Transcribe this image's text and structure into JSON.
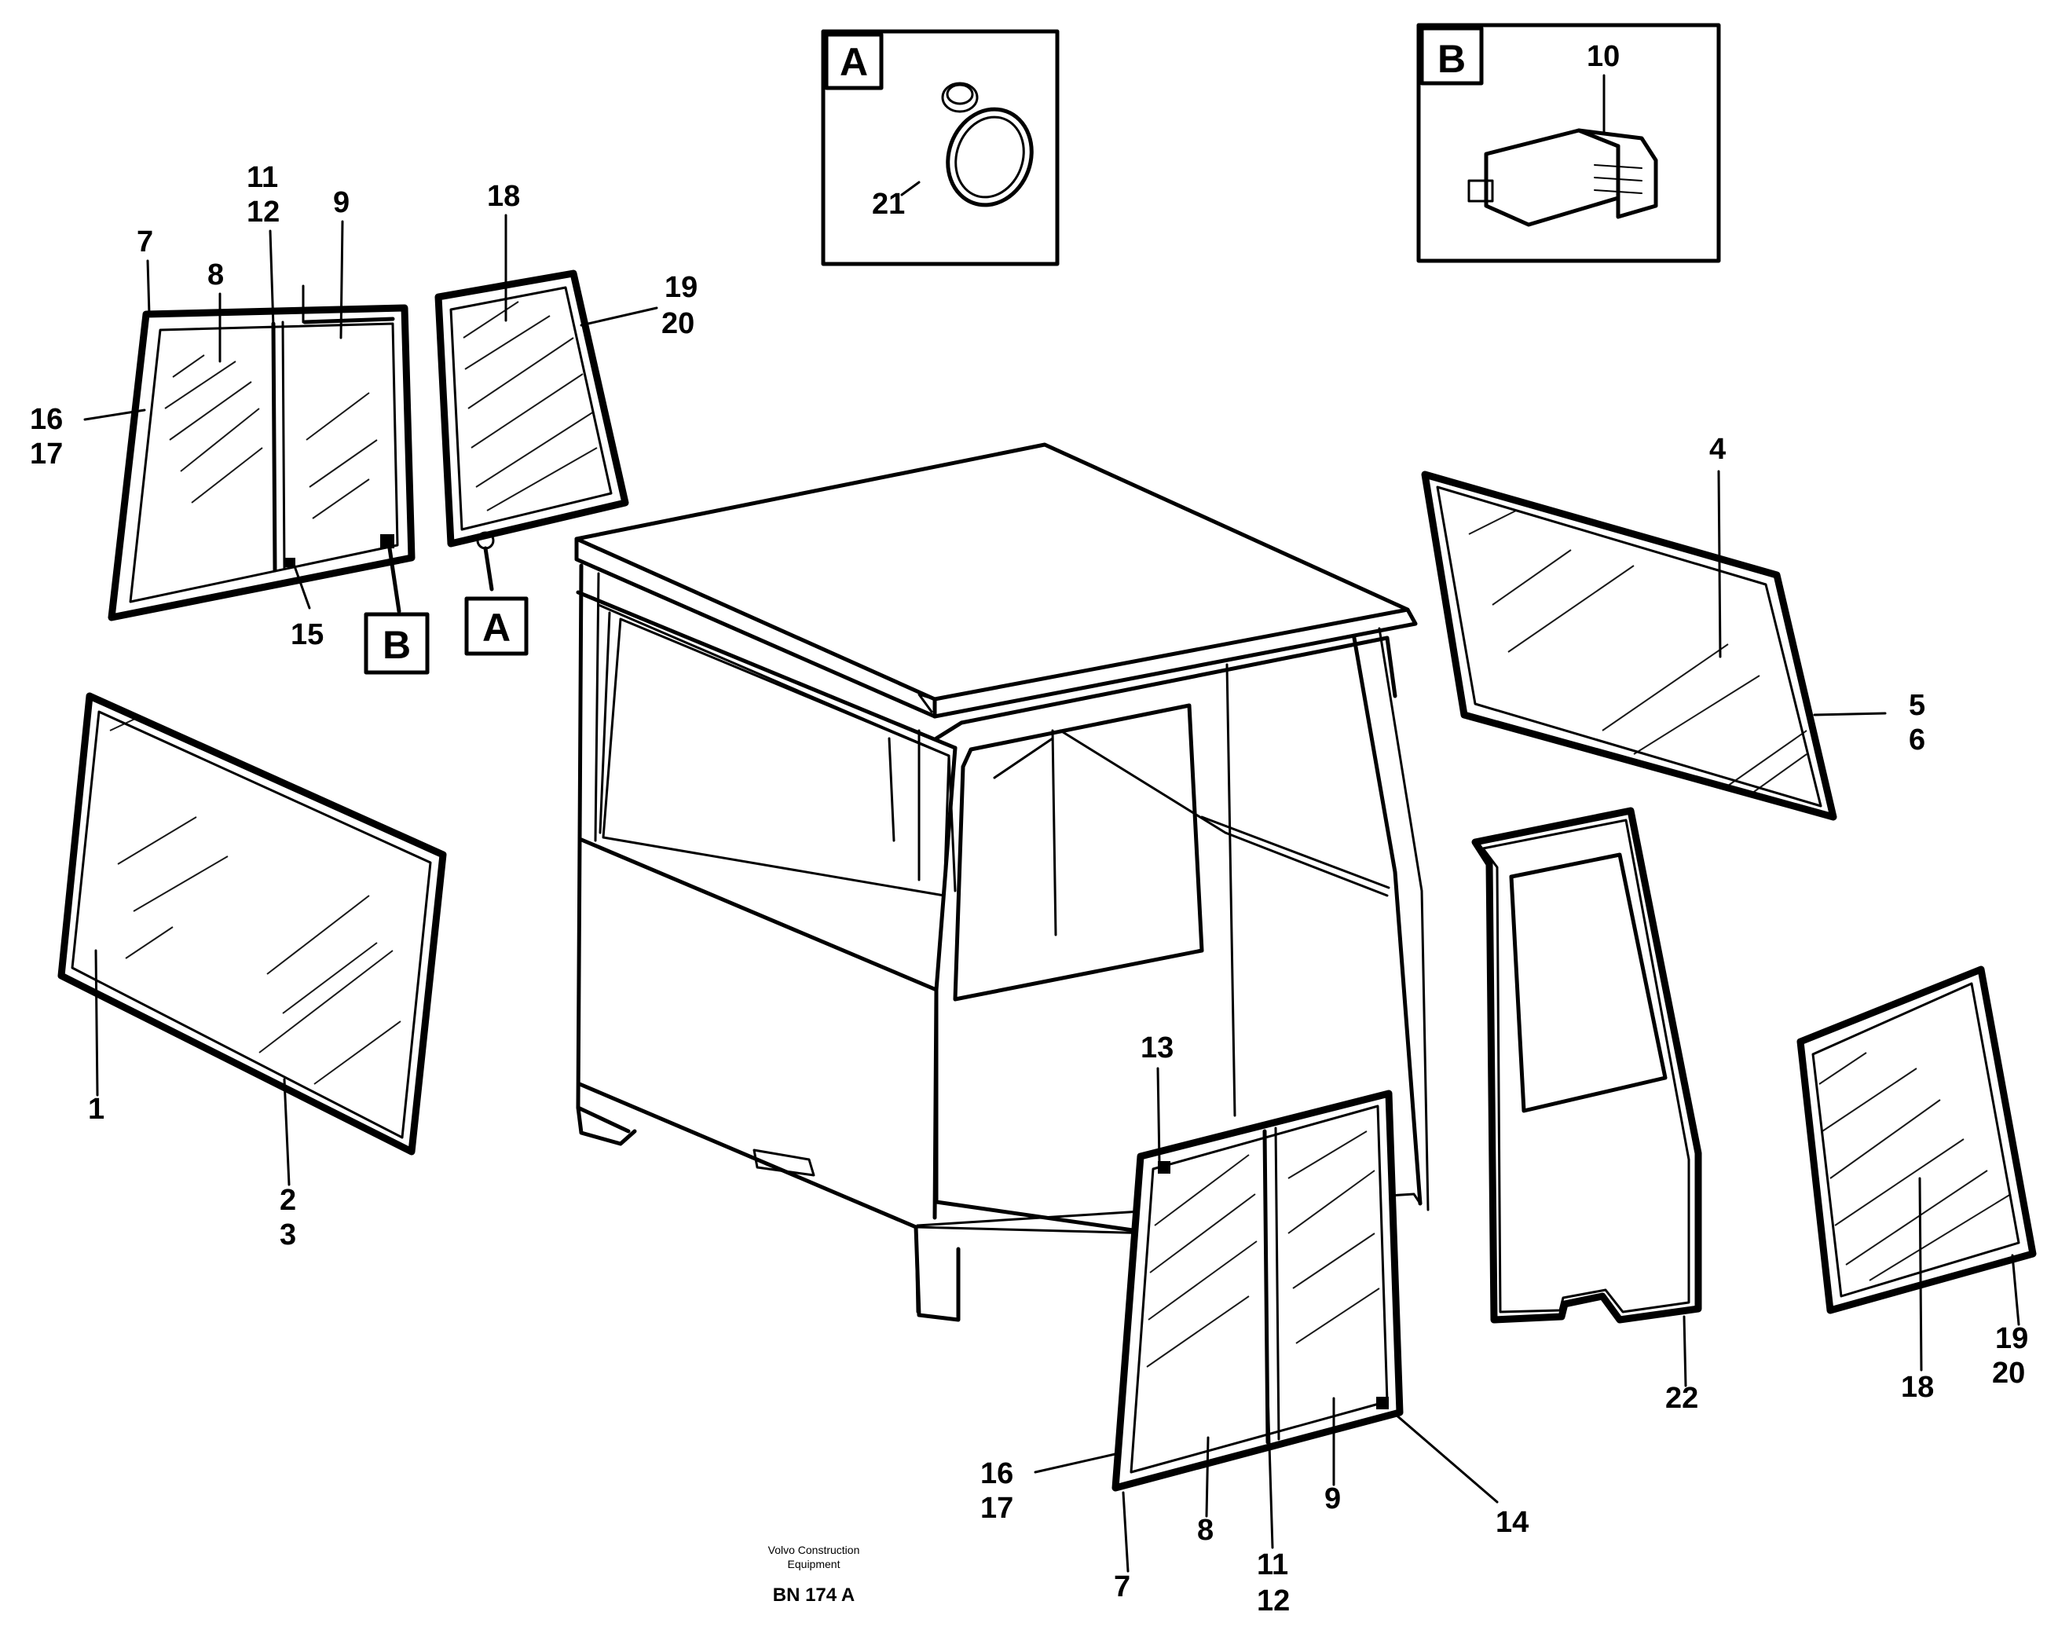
{
  "detail_a": {
    "letter": "A",
    "callouts": [
      "21"
    ]
  },
  "detail_b": {
    "letter": "B",
    "callouts": [
      "10"
    ]
  },
  "callouts": {
    "c1": "1",
    "c2": "2",
    "c3": "3",
    "c4": "4",
    "c5": "5",
    "c6": "6",
    "c7a": "7",
    "c7b": "7",
    "c8a": "8",
    "c8b": "8",
    "c9a": "9",
    "c9b": "9",
    "c11a": "11",
    "c12a": "12",
    "c11b": "11",
    "c12b": "12",
    "c13": "13",
    "c14": "14",
    "c15": "15",
    "c16a": "16",
    "c17a": "17",
    "c16b": "16",
    "c17b": "17",
    "c18a": "18",
    "c18b": "18",
    "c19a": "19",
    "c20a": "20",
    "c19b": "19",
    "c20b": "20",
    "c22": "22",
    "refA": "A",
    "refB": "B"
  },
  "footer": {
    "maker_line1": "Volvo Construction",
    "maker_line2": "Equipment",
    "drawing_ref": "BN 174 A"
  }
}
